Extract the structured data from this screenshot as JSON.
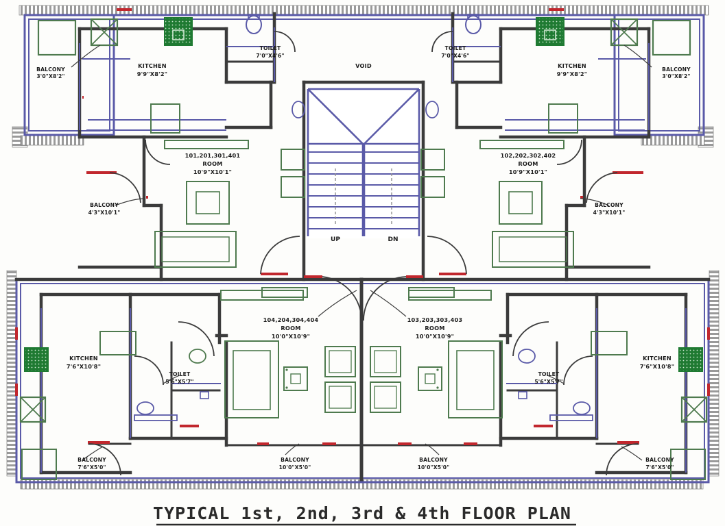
{
  "document": {
    "type": "architectural-floor-plan",
    "title": "TYPICAL 1st, 2nd, 3rd & 4th FLOOR PLAN"
  },
  "colors": {
    "wall_outline": "#3b3b3b",
    "wall_blue": "#5a5aa8",
    "door_red": "#c1272d",
    "furniture_green": "#4e7a4e",
    "kitchen_green_fill": "#1f7a32",
    "text": "#1b1b1b",
    "background": "#fdfdfb",
    "hatch": "#8a8a8a"
  },
  "rooms": {
    "top_left_balcony": {
      "name": "BALCONY",
      "size": "3'0\"X8'2\""
    },
    "top_left_kitchen": {
      "name": "KITCHEN",
      "size": "9'9\"X8'2\""
    },
    "top_left_toilet": {
      "name": "TOILET",
      "size": "7'0\"X4'6\""
    },
    "void": {
      "name": "VOID"
    },
    "top_right_toilet": {
      "name": "TOILET",
      "size": "7'0\"X4'6\""
    },
    "top_right_kitchen": {
      "name": "KITCHEN",
      "size": "9'9\"X8'2\""
    },
    "top_right_balcony": {
      "name": "BALCONY",
      "size": "3'0\"X8'2\""
    },
    "room_101": {
      "units": "101,201,301,401",
      "name": "ROOM",
      "size": "10'9\"X10'1\""
    },
    "room_102": {
      "units": "102,202,302,402",
      "name": "ROOM",
      "size": "10'9\"X10'1\""
    },
    "mid_left_balcony": {
      "name": "BALCONY",
      "size": "4'3\"X10'1\""
    },
    "mid_right_balcony": {
      "name": "BALCONY",
      "size": "4'3\"X10'1\""
    },
    "room_104": {
      "units": "104,204,304,404",
      "name": "ROOM",
      "size": "10'0\"X10'9\""
    },
    "room_103": {
      "units": "103,203,303,403",
      "name": "ROOM",
      "size": "10'0\"X10'9\""
    },
    "bottom_left_kitchen": {
      "name": "KITCHEN",
      "size": "7'6\"X10'8\""
    },
    "bottom_right_kitchen": {
      "name": "KITCHEN",
      "size": "7'6\"X10'8\""
    },
    "bottom_left_toilet": {
      "name": "TOILET",
      "size": "5'6\"X5'7\""
    },
    "bottom_right_toilet": {
      "name": "TOILET",
      "size": "5'6\"X5'7\""
    },
    "bottom_left_balcony": {
      "name": "BALCONY",
      "size": "7'6\"X5'0\""
    },
    "bottom_center_left_balcony": {
      "name": "BALCONY",
      "size": "10'0\"X5'0\""
    },
    "bottom_center_right_balcony": {
      "name": "BALCONY",
      "size": "10'0\"X5'0\""
    },
    "bottom_right_balcony": {
      "name": "BALCONY",
      "size": "7'6\"X5'0\""
    }
  },
  "stairs": {
    "up_label": "UP",
    "down_label": "DN"
  }
}
